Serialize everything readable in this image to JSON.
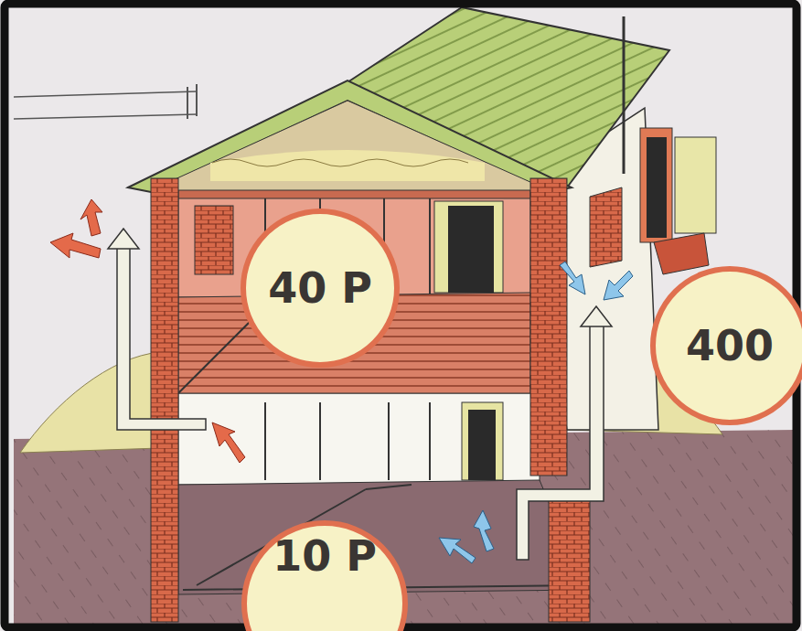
{
  "diagram": {
    "nodes": [
      {
        "text": [
          "40 P"
        ]
      },
      {
        "text": [
          "400"
        ]
      },
      {
        "text": [
          "10 P"
        ]
      }
    ]
  }
}
